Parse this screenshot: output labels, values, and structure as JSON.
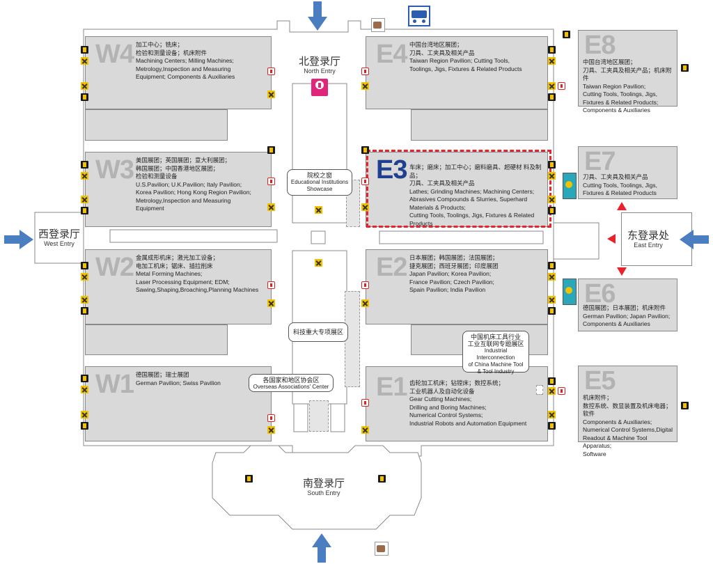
{
  "halls": {
    "W4": {
      "code": "W4",
      "desc": "加工中心；铣床；\n检验和测量设备；机床附件\nMachining Centers; Milling Machines;\nMetrology,Inspection and Measuring\nEquipment; Components & Auxiliaries"
    },
    "W3": {
      "code": "W3",
      "desc": "美国展团；英国展团；意大利展团；\n韩国展团；中国香港地区展团；\n检验和测量设备\nU.S.Pavilion; U.K.Pavilion; Italy Pavilion;\nKorea Pavilion; Hong Kong Region Pavilion;\nMetrology,Inspection and Measuring\nEquipment"
    },
    "W2": {
      "code": "W2",
      "desc": "金属成形机床；激光加工设备；\n电加工机床；锯床、插拉削床\nMetal Forming Machines;\nLaser Processing Equipment; EDM;\nSawing,Shaping,Broaching,Planning  Machines"
    },
    "W1": {
      "code": "W1",
      "desc": "德国展团；瑞士展团\nGerman Pavilion; Swiss Pavilion"
    },
    "E4": {
      "code": "E4",
      "desc": "中国台湾地区展团；\n刀具、工夹具及相关产品\nTaiwan Region Pavilion; Cutting Tools,\nToolings, Jigs, Fixtures & Related Products"
    },
    "E3": {
      "code": "E3",
      "desc": "车床；磨床；加工中心；磨料磨具、超硬材 料及制品；\n刀具、工夹具及相关产品\nLathes; Grinding Machines; Machining Centers;\nAbrasives Compounds & Slurries,  Superhard\nMaterials & Products;\nCutting Tools, Toolings, Jigs, Fixtures & Related\nProducts"
    },
    "E2": {
      "code": "E2",
      "desc": "日本展团；韩国展团；法国展团；\n捷克展团；西班牙展团；印度展团\nJapan Pavilion; Korea Pavilion;\nFrance Pavilion; Czech Pavilion;\nSpain Pavilion; India Pavilion"
    },
    "E1": {
      "code": "E1",
      "desc": "齿轮加工机床；钻镗床；数控系统；\n工业机器人及自动化设备\nGear Cutting Machines;\nDrilling and Boring Machines;\nNumerical Control Systems;\nIndustrial Robots and Automation Equipment"
    },
    "E8": {
      "code": "E8",
      "desc": "中国台湾地区展团；\n刀具、工夹具及相关产品；机床附件\nTaiwan Region Pavilion;\nCutting Tools, Toolings, Jigs,\nFixtures & Related Products;\nComponents & Auxiliaries"
    },
    "E7": {
      "code": "E7",
      "desc": "刀具、工夹具及相关产品\nCutting Tools, Toolings, Jigs,\nFixtures & Related Products"
    },
    "E6": {
      "code": "E6",
      "desc": "德国展团；日本展团；机床附件\nGerman Pavilion; Japan Pavilion;\nComponents & Auxiliaries"
    },
    "E5": {
      "code": "E5",
      "desc": "机床附件；\n数控系统、数显装置及机床电器；软件\nComponents & Auxiliaries;\nNumerical Control Systems,Digital\nReadout & Machine Tool Apparatus;\nSoftware"
    }
  },
  "entries": {
    "north": {
      "cn": "北登录厅",
      "en": "North Entry"
    },
    "south": {
      "cn": "南登录厅",
      "en": "South Entry"
    },
    "west": {
      "cn": "西登录厅",
      "en": "West Entry"
    },
    "east": {
      "cn": "东登录处",
      "en": "East Entry"
    }
  },
  "callouts": {
    "education": {
      "cn": "院校之窗",
      "en": "Educational Institutions\nShowcase"
    },
    "tech": {
      "cn": "科技重大专项展区"
    },
    "overseas": {
      "cn": "各国家和地区协会区",
      "en": "Overseas Associations' Center"
    },
    "industrial": {
      "cn": "中国机床工具行业\n工业互联网专题展区",
      "en": "Industrial Interconnection\nof China Machine Tool\n& Tool Industry"
    }
  },
  "colors": {
    "highlight": "#e8232b",
    "e3_code": "#1f3f8f",
    "arrow": "#4a7ec0",
    "red_arrow": "#e8232b",
    "restaurant": "#2aa7b8"
  }
}
